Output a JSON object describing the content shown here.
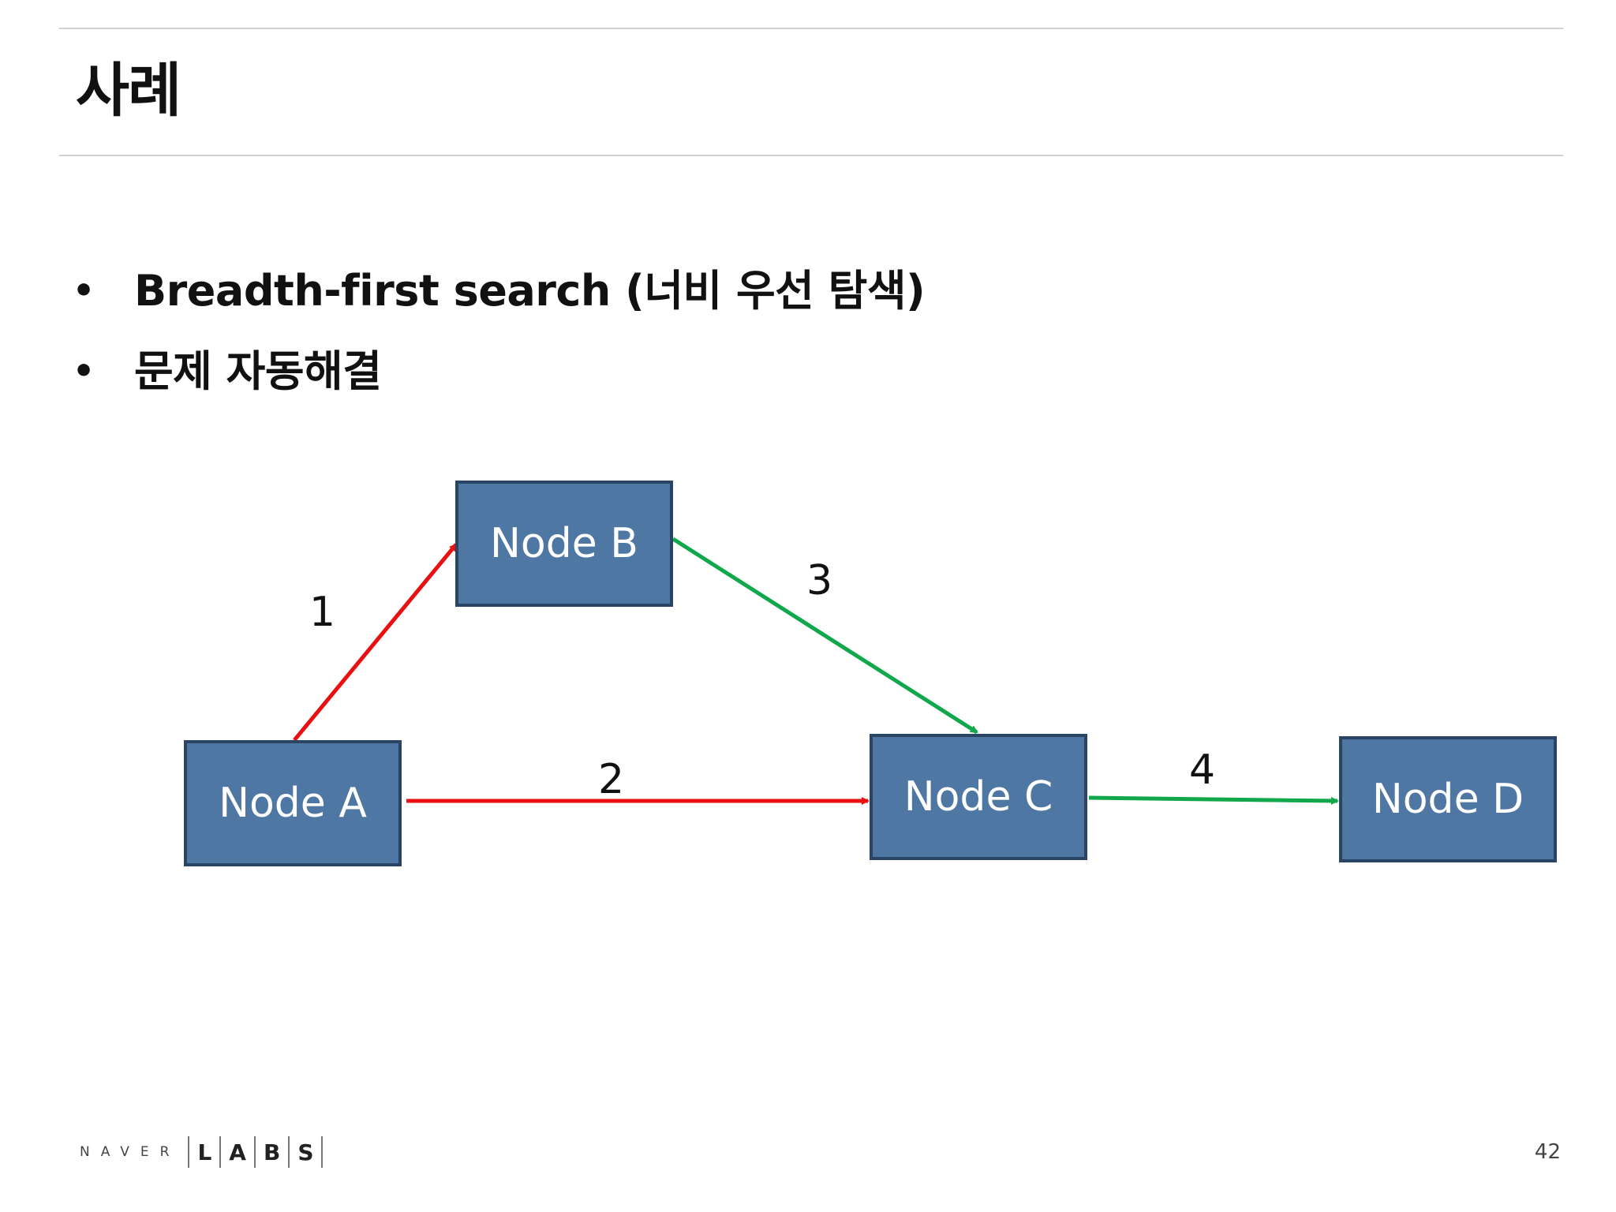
{
  "slide": {
    "title": "사례",
    "page_number": "42"
  },
  "bullets": [
    {
      "marker": "•",
      "text": "Breadth-first search (너비 우선 탐색)"
    },
    {
      "marker": "•",
      "text": "문제 자동해결"
    }
  ],
  "diagram": {
    "nodes": {
      "a": "Node A",
      "b": "Node B",
      "c": "Node C",
      "d": "Node D"
    },
    "edges": [
      {
        "label": "1",
        "from": "Node A",
        "to": "Node B",
        "color": "#e81010"
      },
      {
        "label": "2",
        "from": "Node A",
        "to": "Node C",
        "color": "#e81010"
      },
      {
        "label": "3",
        "from": "Node B",
        "to": "Node C",
        "color": "#10a84a"
      },
      {
        "label": "4",
        "from": "Node C",
        "to": "Node D",
        "color": "#10a84a"
      }
    ],
    "node_fill": "#4e77a3",
    "node_border": "#2a4466"
  },
  "footer": {
    "logo_prefix": "NAVER",
    "logo_letters": [
      "L",
      "A",
      "B",
      "S"
    ]
  }
}
